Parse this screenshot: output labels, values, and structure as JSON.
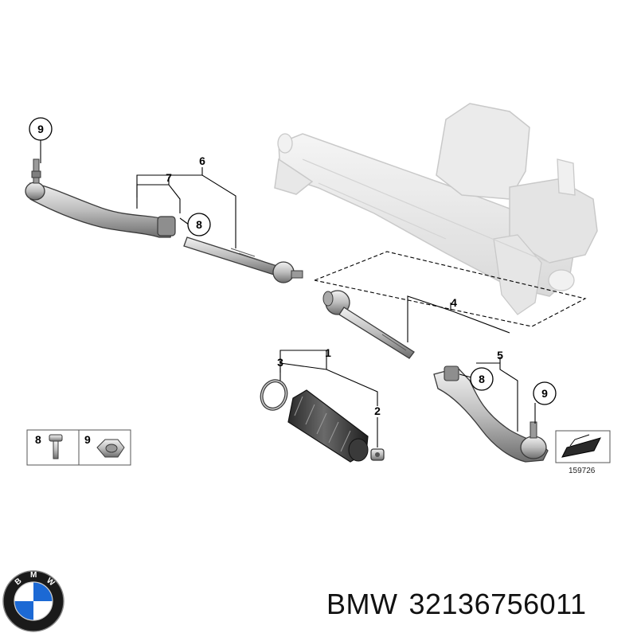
{
  "callouts": {
    "n1": "1",
    "n2": "2",
    "n3": "3",
    "n4": "4",
    "n5": "5",
    "n6": "6",
    "n7": "7",
    "n8a": "8",
    "n8b": "8",
    "n9a": "9",
    "n9b": "9",
    "legend_8": "8",
    "legend_9": "9"
  },
  "diagram_number": "159726",
  "caption": {
    "brand": "BMW",
    "part_number": "32136756011"
  },
  "logo": {
    "text": "BMW",
    "colors": {
      "blue": "#1c69d4",
      "ring": "#1a1a1a",
      "white": "#ffffff"
    }
  }
}
